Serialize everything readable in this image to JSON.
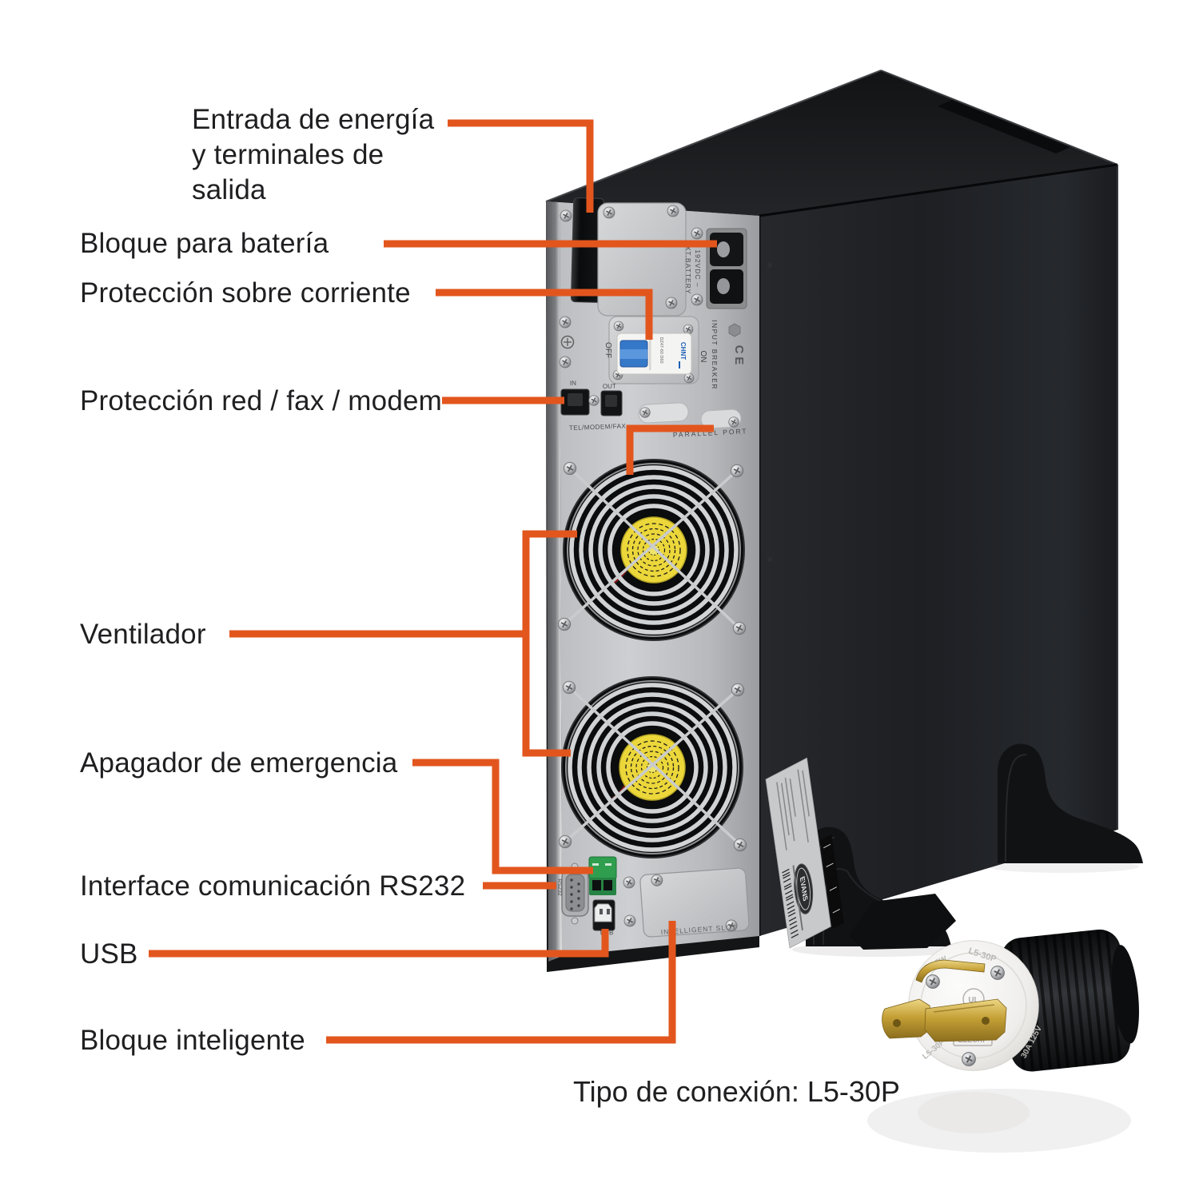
{
  "colors": {
    "accent": "#E2561E",
    "label_text": "#1F1F21",
    "panel_silver": "#C3C5C8",
    "chassis_black": "#202226",
    "fan_hub_yellow": "#ECD73B",
    "breaker_blue": "#3578C8",
    "epo_green": "#2F9E4F"
  },
  "callouts": {
    "power": {
      "lines": [
        "Entrada de energía",
        "y terminales de",
        "salida"
      ]
    },
    "battery": {
      "label": "Bloque para batería"
    },
    "overcurrent": {
      "label": "Protección sobre corriente"
    },
    "phone": {
      "label": "Protección red / fax / modem"
    },
    "fan": {
      "label": "Ventilador"
    },
    "epo": {
      "label": "Apagador de emergencia"
    },
    "rs232": {
      "label": "Interface comunicación RS232"
    },
    "usb": {
      "label": "USB"
    },
    "smart_slot": {
      "label": "Bloque inteligente"
    }
  },
  "caption": "Tipo de conexión: L5-30P",
  "rear_panel": {
    "battery_connector": {
      "voltage": "192VDC  –",
      "name": "XT.BATTERY"
    },
    "breaker": {
      "off": "OFF",
      "on": "ON",
      "panel_label": "INPUT BREAKER",
      "brand": "CHNT",
      "model": "DZ47-60 D60",
      "ce_mark": "CE"
    },
    "phone_ports": {
      "in": "IN",
      "out": "OUT",
      "label": "TEL/MODEM/FAX"
    },
    "parallel_port_label": "PARALLEL  PORT",
    "rs232_label": "RS232",
    "usb_label": "USB",
    "slot_label": "INTELLIGENT SLOT"
  },
  "side_label": {
    "brand": "EVANS"
  },
  "plug": {
    "face_top_left": "2P 3W",
    "face_top": "L5-30P",
    "face_bottom_left": "L5-30P",
    "rating": "30A 125V",
    "brand_box": "ELECRP",
    "ul_mark": "UL"
  }
}
